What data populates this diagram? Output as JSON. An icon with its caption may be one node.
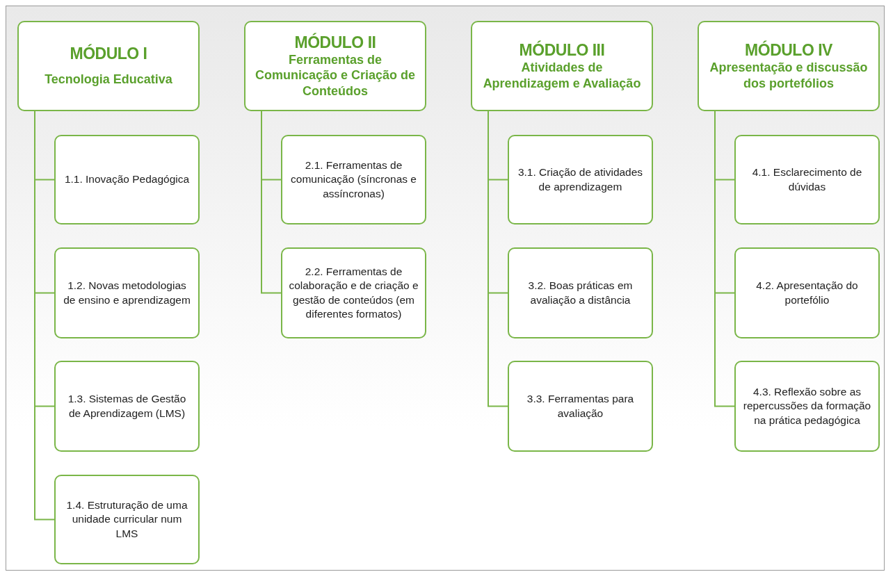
{
  "diagram": {
    "nodes": [
      {
        "text": [
          "MÓDULO I",
          "Tecnologia Educativa"
        ]
      },
      {
        "text": [
          "1.1. Inovação Pedagógica"
        ]
      },
      {
        "text": [
          "1.2. Novas metodologias de ensino e aprendizagem"
        ]
      },
      {
        "text": [
          "1.3. Sistemas de Gestão de Aprendizagem (LMS)"
        ]
      },
      {
        "text": [
          "1.4. Estruturação de uma unidade curricular num LMS"
        ]
      },
      {
        "text": [
          "MÓDULO II",
          "Ferramentas de Comunicação e Criação de Conteúdos"
        ]
      },
      {
        "text": [
          "2.1. Ferramentas de comunicação (síncronas e assíncronas)"
        ]
      },
      {
        "text": [
          "2.2. Ferramentas de colaboração e de criação e gestão de conteúdos (em diferentes formatos)"
        ]
      },
      {
        "text": [
          "MÓDULO III",
          "Atividades de Aprendizagem e Avaliação"
        ]
      },
      {
        "text": [
          "3.1. Criação de atividades de aprendizagem"
        ]
      },
      {
        "text": [
          "3.2. Boas práticas em avaliação a distância"
        ]
      },
      {
        "text": [
          "3.3. Ferramentas para avaliação"
        ]
      },
      {
        "text": [
          "MÓDULO IV",
          "Apresentação e discussão dos portefólios"
        ]
      },
      {
        "text": [
          "4.1. Esclarecimento de dúvidas"
        ]
      },
      {
        "text": [
          "4.2. Apresentação do portefólio"
        ]
      },
      {
        "text": [
          "4.3. Reflexão sobre as repercussões da formação na prática pedagógica"
        ]
      }
    ],
    "edges": [
      {
        "from": 0,
        "to": 1,
        "arrow": "none"
      },
      {
        "from": 0,
        "to": 2,
        "arrow": "none"
      },
      {
        "from": 0,
        "to": 3,
        "arrow": "none"
      },
      {
        "from": 0,
        "to": 4,
        "arrow": "none"
      },
      {
        "from": 5,
        "to": 6,
        "arrow": "none"
      },
      {
        "from": 5,
        "to": 7,
        "arrow": "none"
      },
      {
        "from": 8,
        "to": 9,
        "arrow": "none"
      },
      {
        "from": 8,
        "to": 10,
        "arrow": "none"
      },
      {
        "from": 8,
        "to": 11,
        "arrow": "none"
      },
      {
        "from": 12,
        "to": 13,
        "arrow": "none"
      },
      {
        "from": 12,
        "to": 14,
        "arrow": "none"
      },
      {
        "from": 12,
        "to": 15,
        "arrow": "none"
      }
    ]
  }
}
